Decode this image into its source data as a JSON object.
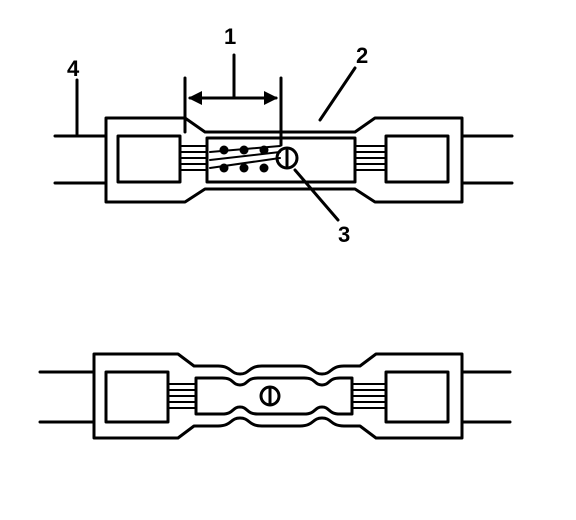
{
  "callouts": {
    "c1": "1",
    "c2": "2",
    "c3": "3",
    "c4": "4"
  },
  "colors": {
    "ink": "#000000",
    "paper": "#ffffff"
  },
  "figures": {
    "top": "splice-sleeve-before-crimp",
    "bottom": "splice-sleeve-after-crimp"
  }
}
